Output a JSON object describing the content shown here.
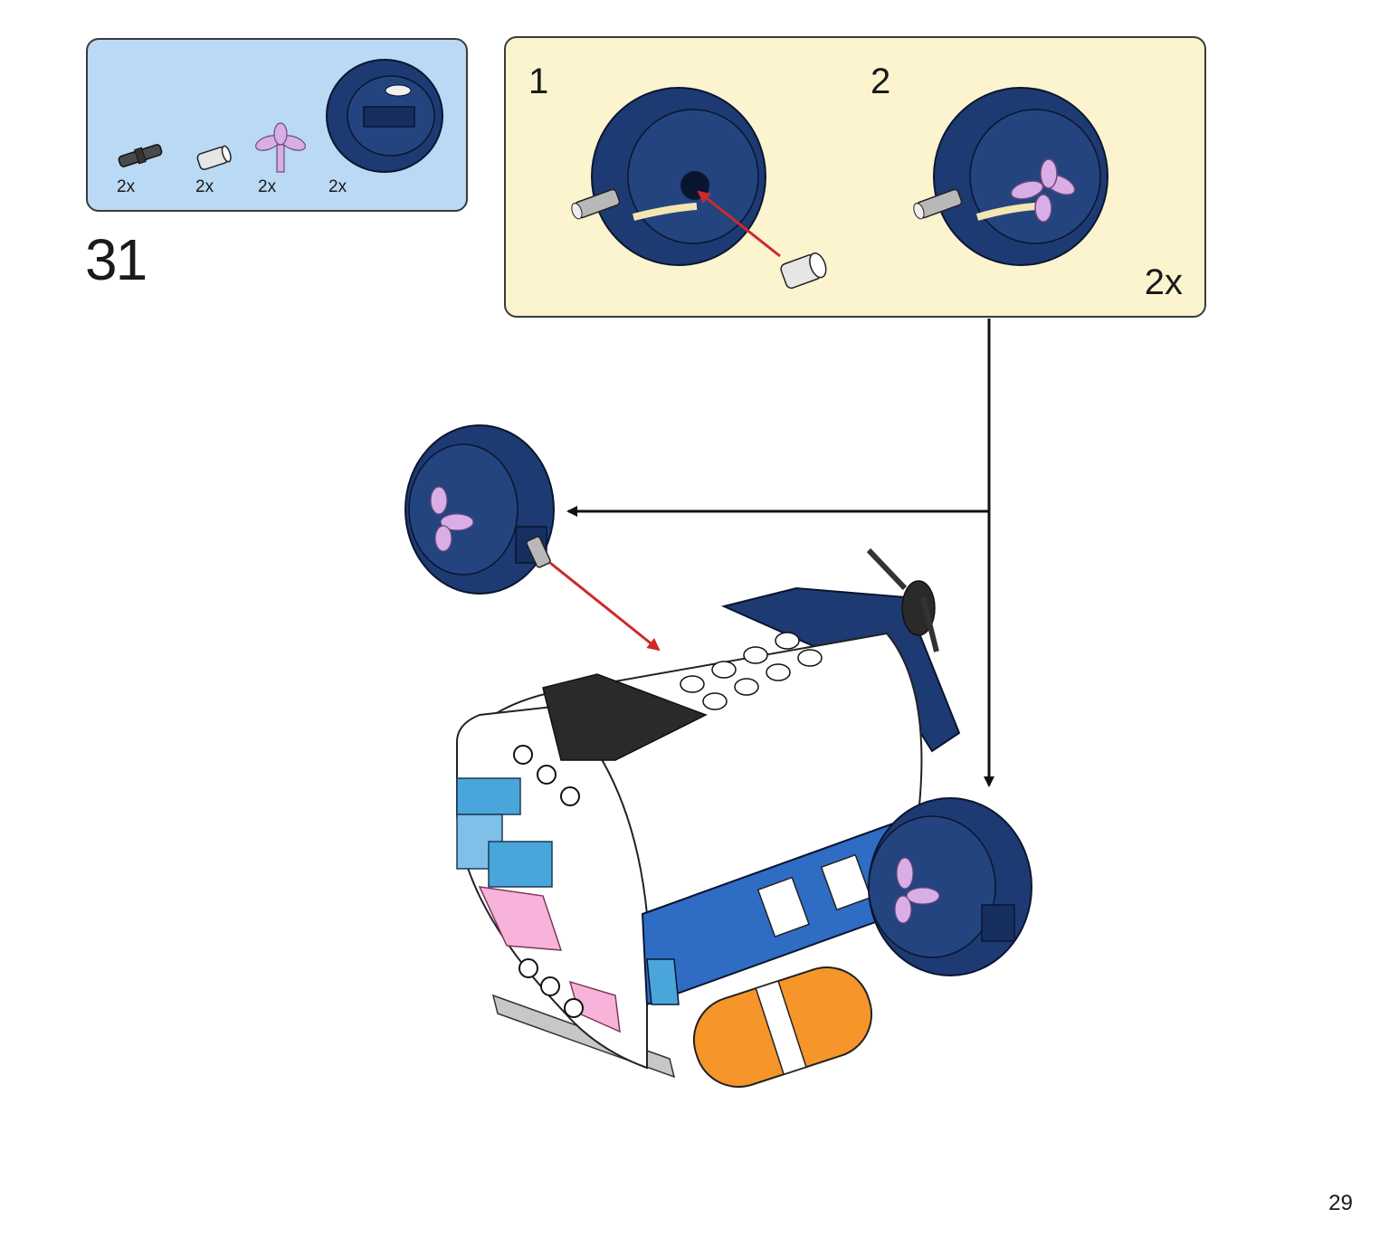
{
  "parts_list": {
    "items": [
      {
        "name": "connector-pin-icon",
        "qty": "2x"
      },
      {
        "name": "axle-bush-icon",
        "qty": "2x"
      },
      {
        "name": "flower-stem-icon",
        "qty": "2x"
      },
      {
        "name": "wheel-tire-icon",
        "qty": "2x"
      }
    ]
  },
  "step": {
    "number": "31"
  },
  "substep": {
    "steps": [
      {
        "label": "1"
      },
      {
        "label": "2"
      }
    ],
    "multiplier": "2x"
  },
  "page": {
    "number": "29"
  },
  "colors": {
    "parts_bg": "#b9d9f4",
    "substep_bg": "#fbf4cf",
    "wheel_blue": "#1d3a72",
    "arrow_red": "#cc2a2a",
    "flower_lavender": "#d9aee6",
    "body_white": "#ffffff",
    "azure": "#4aa6da",
    "pink": "#f7b3da",
    "orange": "#f5952a"
  }
}
